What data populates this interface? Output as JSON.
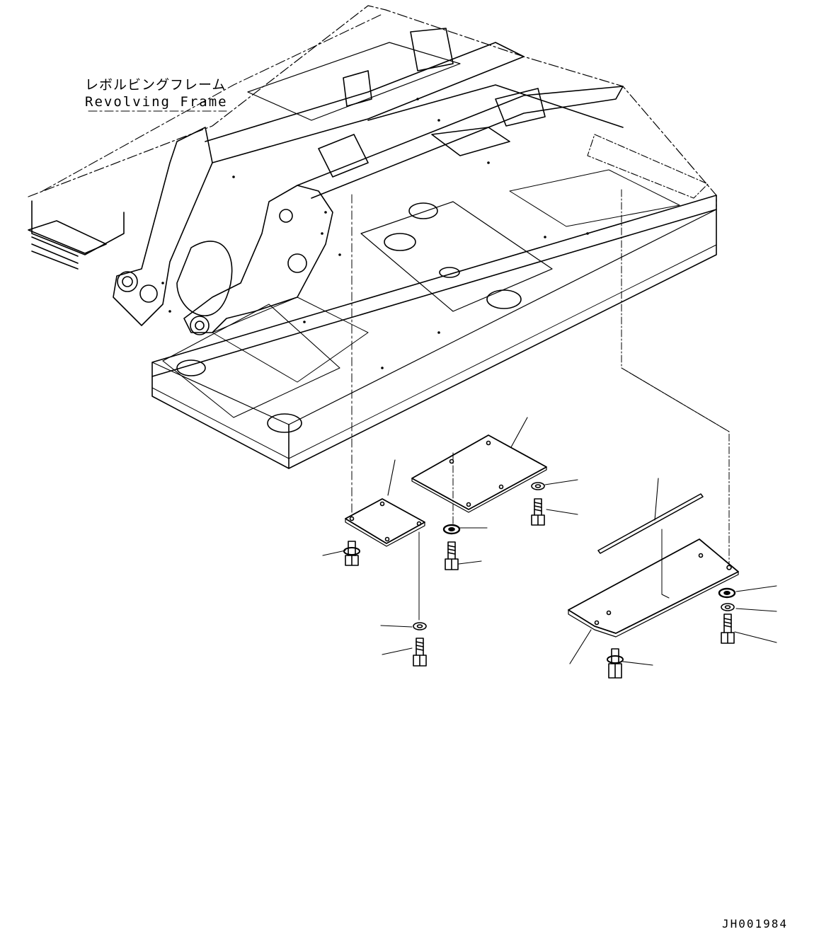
{
  "frame_label": {
    "japanese": "レボルビングフレーム",
    "english": "Revolving Frame"
  },
  "drawing_number": "JH001984",
  "colors": {
    "line": "#000000",
    "background": "#ffffff"
  },
  "icons": [
    "bolt-icon",
    "washer-icon",
    "cover-plate-icon",
    "frame-icon"
  ]
}
